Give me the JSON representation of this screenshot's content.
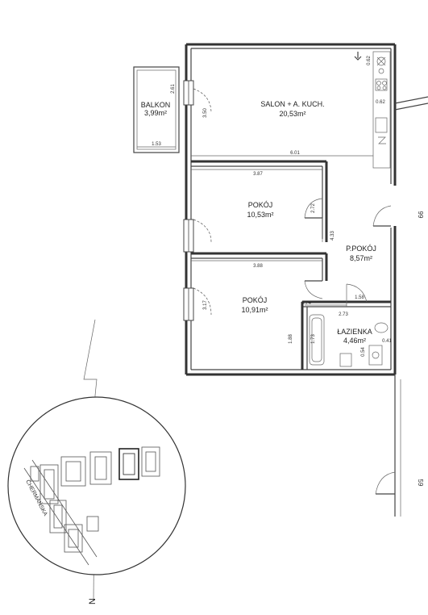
{
  "rooms": {
    "balkon": {
      "name": "BALKON",
      "area": "3,99m²"
    },
    "salon": {
      "name": "SALON + A. KUCH.",
      "area": "20,53m²"
    },
    "pokoj1": {
      "name": "POKÓJ",
      "area": "10,53m²"
    },
    "pokoj2": {
      "name": "POKÓJ",
      "area": "10,91m²"
    },
    "ppokoj": {
      "name": "P.POKÓJ",
      "area": "8,57m²"
    },
    "lazienka": {
      "name": "ŁAZIENKA",
      "area": "4,46m²"
    }
  },
  "dimensions": {
    "d_261": "2.61",
    "d_350": "3.50",
    "d_153": "1.53",
    "d_601": "6.01",
    "d_062a": "0.62",
    "d_062b": "0.62",
    "d_387": "3.87",
    "d_272": "2.72",
    "d_433": "4.33",
    "d_388": "3.88",
    "d_317": "3.17",
    "d_074": "0.74",
    "d_158": "1.58",
    "d_273": "2.73",
    "d_188": "1.88",
    "d_173": "1.73",
    "d_041": "0.41",
    "d_054": "0.54"
  },
  "doors": {
    "door_99": "99",
    "door_59": "59"
  },
  "map": {
    "street": "CHERMAŃSKA"
  },
  "compass": {
    "north": "N"
  }
}
